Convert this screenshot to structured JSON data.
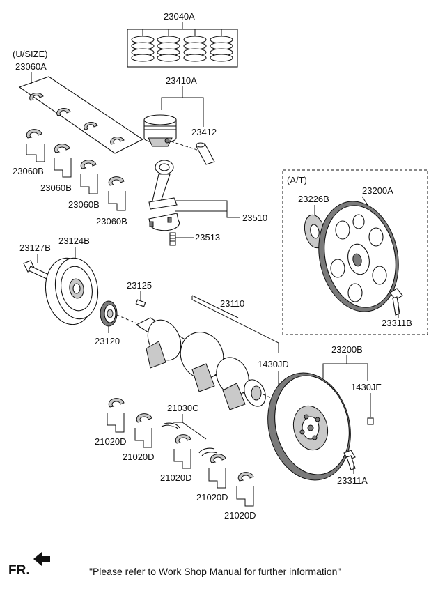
{
  "parts": {
    "piston_ring_set": "23040A",
    "bearing_set_undersize": "23060A",
    "undersize_note": "(U/SIZE)",
    "bearing_1": "23060B",
    "bearing_2": "23060B",
    "bearing_3": "23060B",
    "bearing_4": "23060B",
    "piston_assy": "23410A",
    "piston_pin": "23412",
    "connecting_rod": "23510",
    "rod_bolt": "23513",
    "crank_bolt": "23127B",
    "damper_pulley": "23124B",
    "key": "23125",
    "sprocket": "23120",
    "crankshaft": "23110",
    "dowel_pin_1": "1430JD",
    "flywheel": "23200B",
    "dowel_pin_2": "1430JE",
    "flywheel_bolt": "23311A",
    "thrust_washer": "21030C",
    "main_bearing_1": "21020D",
    "main_bearing_2": "21020D",
    "main_bearing_3": "21020D",
    "main_bearing_4": "21020D",
    "main_bearing_5": "21020D",
    "at_note": "(A/T)",
    "drive_plate": "23200A",
    "adapter_plate": "23226B",
    "drive_plate_bolt": "23311B"
  },
  "footer": {
    "front_label": "FR.",
    "note": "\"Please refer to Work Shop Manual for further information\""
  }
}
